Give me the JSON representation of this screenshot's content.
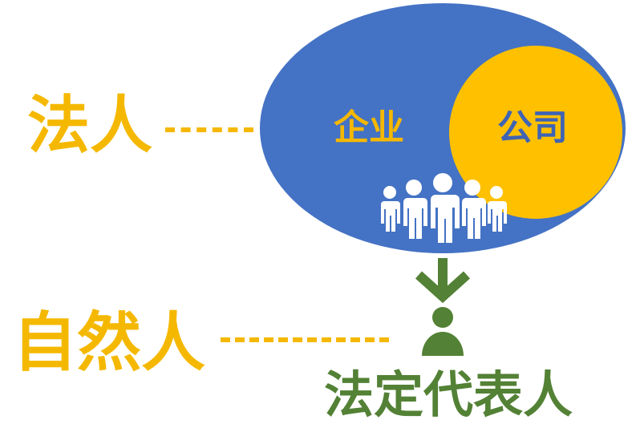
{
  "labels": {
    "legal_person": "法人",
    "natural_person": "自然人",
    "enterprise": "企业",
    "company": "公司",
    "legal_representative": "法定代表人"
  },
  "colors": {
    "enterprise_ellipse": "#4472C4",
    "company_circle": "#FFC000",
    "gold_text": "#F5B800",
    "company_text": "#3F64B4",
    "representative_green": "#538135",
    "people_icon": "#ffffff"
  },
  "icons": {
    "group": "people-group-icon",
    "arrow": "arrow-down-icon",
    "person": "person-icon"
  }
}
